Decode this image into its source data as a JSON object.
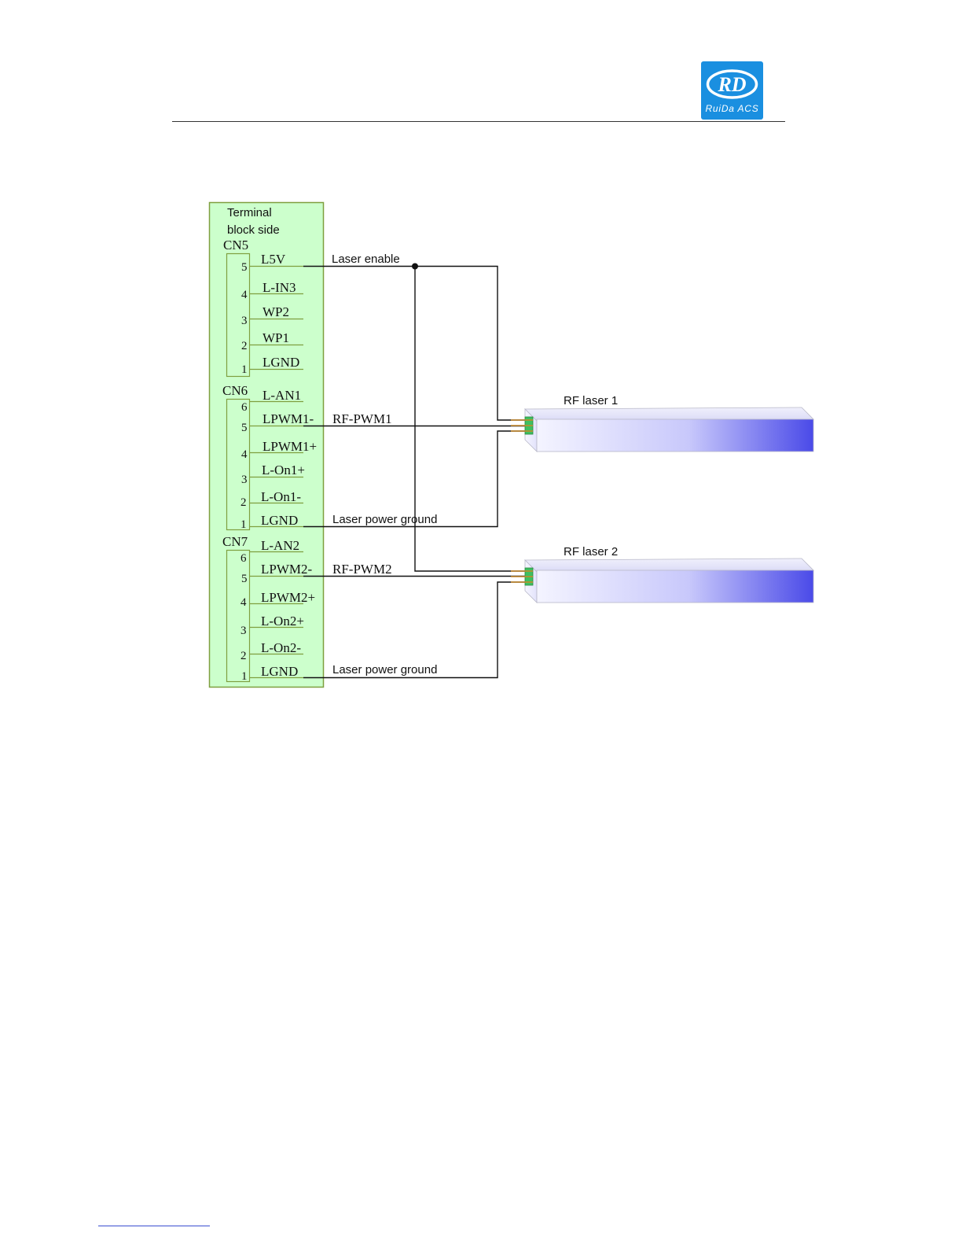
{
  "logo": {
    "monogram": "RD",
    "name": "RuiDa ACS",
    "bg_color": "#1a8fe0"
  },
  "terminal_block": {
    "title_line1": "Terminal",
    "title_line2": "block side",
    "connectors": [
      {
        "name": "CN5",
        "pins": [
          {
            "num": "5",
            "label": "L5V"
          },
          {
            "num": "4",
            "label": "L-IN3"
          },
          {
            "num": "3",
            "label": "WP2"
          },
          {
            "num": "2",
            "label": "WP1"
          },
          {
            "num": "1",
            "label": "LGND"
          }
        ]
      },
      {
        "name": "CN6",
        "pins": [
          {
            "num": "6",
            "label": "L-AN1"
          },
          {
            "num": "5",
            "label": "LPWM1-"
          },
          {
            "num": "4",
            "label": "LPWM1+"
          },
          {
            "num": "3",
            "label": "L-On1+"
          },
          {
            "num": "2",
            "label": "L-On1-"
          },
          {
            "num": "1",
            "label": "LGND"
          }
        ]
      },
      {
        "name": "CN7",
        "pins": [
          {
            "num": "6",
            "label": "L-AN2"
          },
          {
            "num": "5",
            "label": "LPWM2-"
          },
          {
            "num": "4",
            "label": "LPWM2+"
          },
          {
            "num": "3",
            "label": "L-On2+"
          },
          {
            "num": "2",
            "label": "L-On2-"
          },
          {
            "num": "1",
            "label": "LGND"
          }
        ]
      }
    ]
  },
  "wires": {
    "laser_enable": "Laser enable",
    "rf_pwm1": "RF-PWM1",
    "ground1": "Laser power ground",
    "rf_pwm2": "RF-PWM2",
    "ground2": "Laser power ground"
  },
  "lasers": [
    {
      "label": "RF laser 1"
    },
    {
      "label": "RF laser 2"
    }
  ],
  "colors": {
    "terminal_fill": "#ccffcc",
    "terminal_border": "#7f9f3f",
    "laser_gradient_dark": "#4a4ae8",
    "laser_gradient_light": "#f4f4ff"
  }
}
